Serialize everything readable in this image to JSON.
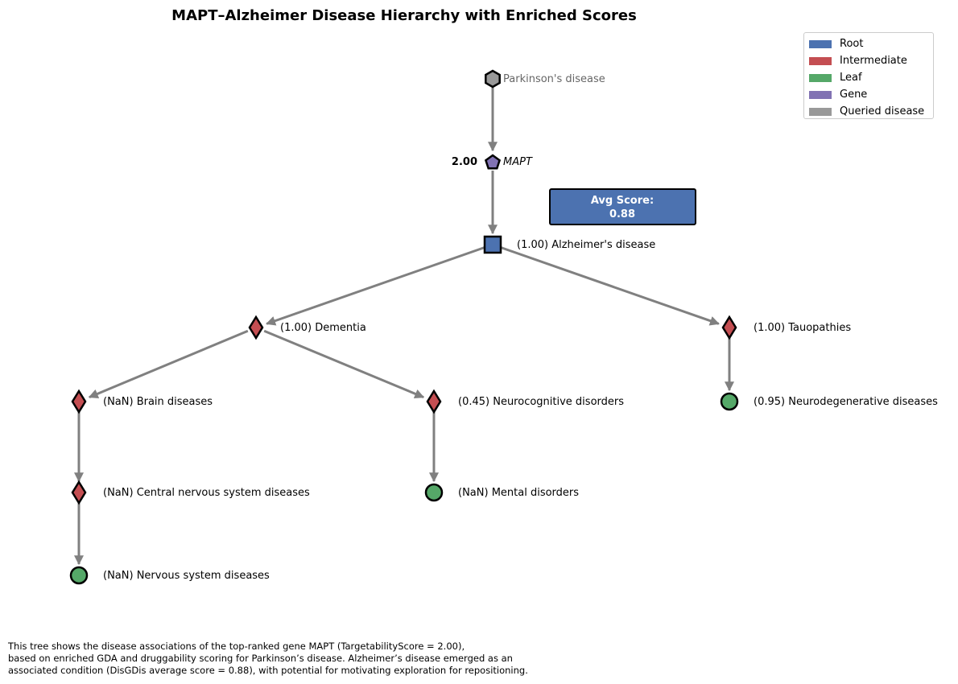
{
  "title": "MAPT–Alzheimer Disease Hierarchy with Enriched Scores",
  "legend": [
    {
      "label": "Root",
      "color": "#4c72b0"
    },
    {
      "label": "Intermediate",
      "color": "#c44e52"
    },
    {
      "label": "Leaf",
      "color": "#55a868"
    },
    {
      "label": "Gene",
      "color": "#8172b3"
    },
    {
      "label": "Queried disease",
      "color": "#999999"
    }
  ],
  "avg_score": {
    "line1": "Avg Score:",
    "line2": "0.88"
  },
  "nodes": {
    "parkinsons": {
      "label": "Parkinson's disease",
      "kind": "queried"
    },
    "mapt": {
      "label": "MAPT",
      "score": "2.00",
      "kind": "gene"
    },
    "alzheimers": {
      "label": "(1.00) Alzheimer's disease",
      "kind": "root"
    },
    "dementia": {
      "label": "(1.00) Dementia",
      "kind": "intermediate"
    },
    "tauopathies": {
      "label": "(1.00) Tauopathies",
      "kind": "intermediate"
    },
    "brain": {
      "label": "(NaN) Brain diseases",
      "kind": "intermediate"
    },
    "neurocognitive": {
      "label": "(0.45) Neurocognitive disorders",
      "kind": "intermediate"
    },
    "neurodegenerative": {
      "label": "(0.95) Neurodegenerative diseases",
      "kind": "leaf"
    },
    "cns": {
      "label": "(NaN) Central nervous system diseases",
      "kind": "intermediate"
    },
    "mental": {
      "label": "(NaN) Mental disorders",
      "kind": "leaf"
    },
    "nervous": {
      "label": "(NaN) Nervous system diseases",
      "kind": "leaf"
    }
  },
  "edges": [
    [
      "parkinsons",
      "mapt"
    ],
    [
      "mapt",
      "alzheimers"
    ],
    [
      "alzheimers",
      "dementia"
    ],
    [
      "alzheimers",
      "tauopathies"
    ],
    [
      "dementia",
      "brain"
    ],
    [
      "dementia",
      "neurocognitive"
    ],
    [
      "tauopathies",
      "neurodegenerative"
    ],
    [
      "brain",
      "cns"
    ],
    [
      "neurocognitive",
      "mental"
    ],
    [
      "cns",
      "nervous"
    ]
  ],
  "footnote": "This tree shows the disease associations of the top-ranked gene MAPT (TargetabilityScore = 2.00),\nbased on enriched GDA and druggability scoring for Parkinson’s disease. Alzheimer’s disease emerged as an\nassociated condition (DisGDis average score = 0.88), with potential for motivating exploration for repositioning."
}
